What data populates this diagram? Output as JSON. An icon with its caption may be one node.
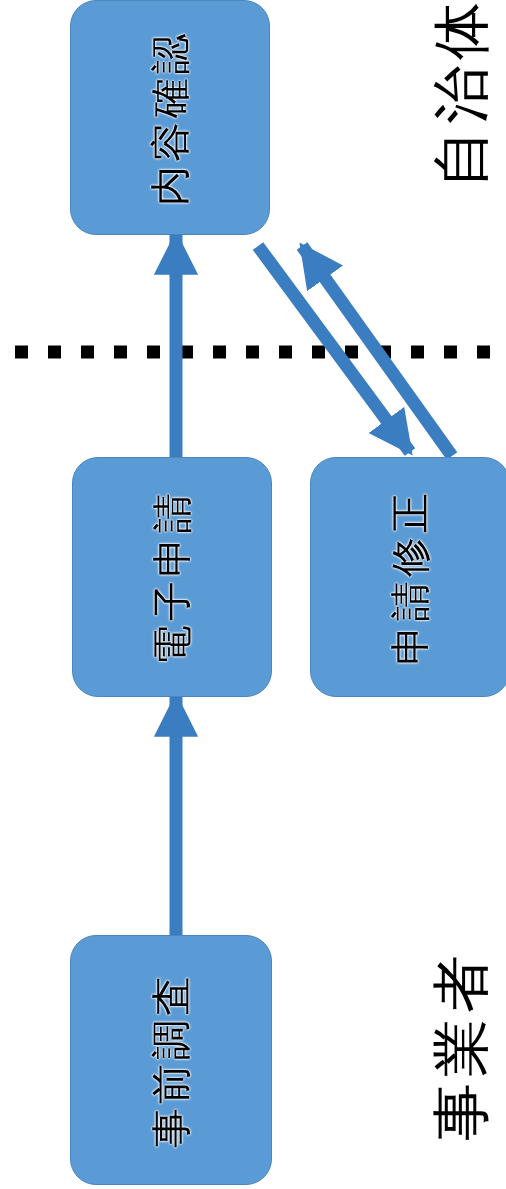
{
  "diagram": {
    "nodes": [
      {
        "text": [
          "内容確認"
        ]
      },
      {
        "text": [
          "電子申請"
        ]
      },
      {
        "text": [
          "申請修正"
        ]
      },
      {
        "text": [
          "事前調査"
        ]
      }
    ],
    "edges": [
      {
        "from": 3,
        "to": 1,
        "arrow": "to"
      },
      {
        "from": 1,
        "to": 0,
        "arrow": "to"
      },
      {
        "from": 0,
        "to": 2,
        "arrow": "to"
      },
      {
        "from": 2,
        "to": 0,
        "arrow": "to"
      }
    ],
    "labels": [
      "自治体",
      "事業者"
    ]
  }
}
